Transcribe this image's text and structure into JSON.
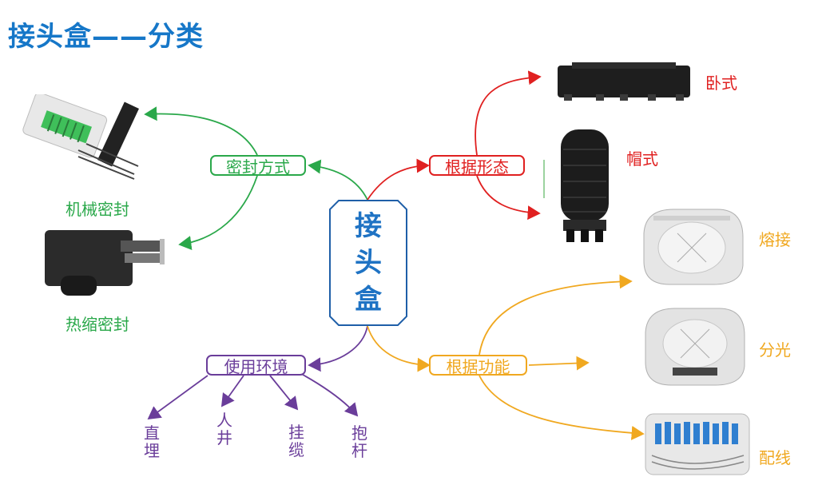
{
  "title": "接头盒——分类",
  "center": {
    "chars": [
      "接",
      "头",
      "盒"
    ]
  },
  "colors": {
    "title": "#1677c8",
    "green": "#2aa84a",
    "red": "#e02020",
    "purple": "#6a3d9a",
    "orange": "#f0a820",
    "center_border": "#1f5fa8"
  },
  "branches": {
    "sealing": {
      "label": "密封方式",
      "items": [
        "机械密封",
        "热缩密封"
      ]
    },
    "shape": {
      "label": "根据形态",
      "items": [
        "卧式",
        "帽式"
      ]
    },
    "environment": {
      "label": "使用环境",
      "items": [
        "直埋",
        "人井",
        "挂缆",
        "抱杆"
      ]
    },
    "function": {
      "label": "根据功能",
      "items": [
        "熔接",
        "分光",
        "配线"
      ]
    }
  }
}
